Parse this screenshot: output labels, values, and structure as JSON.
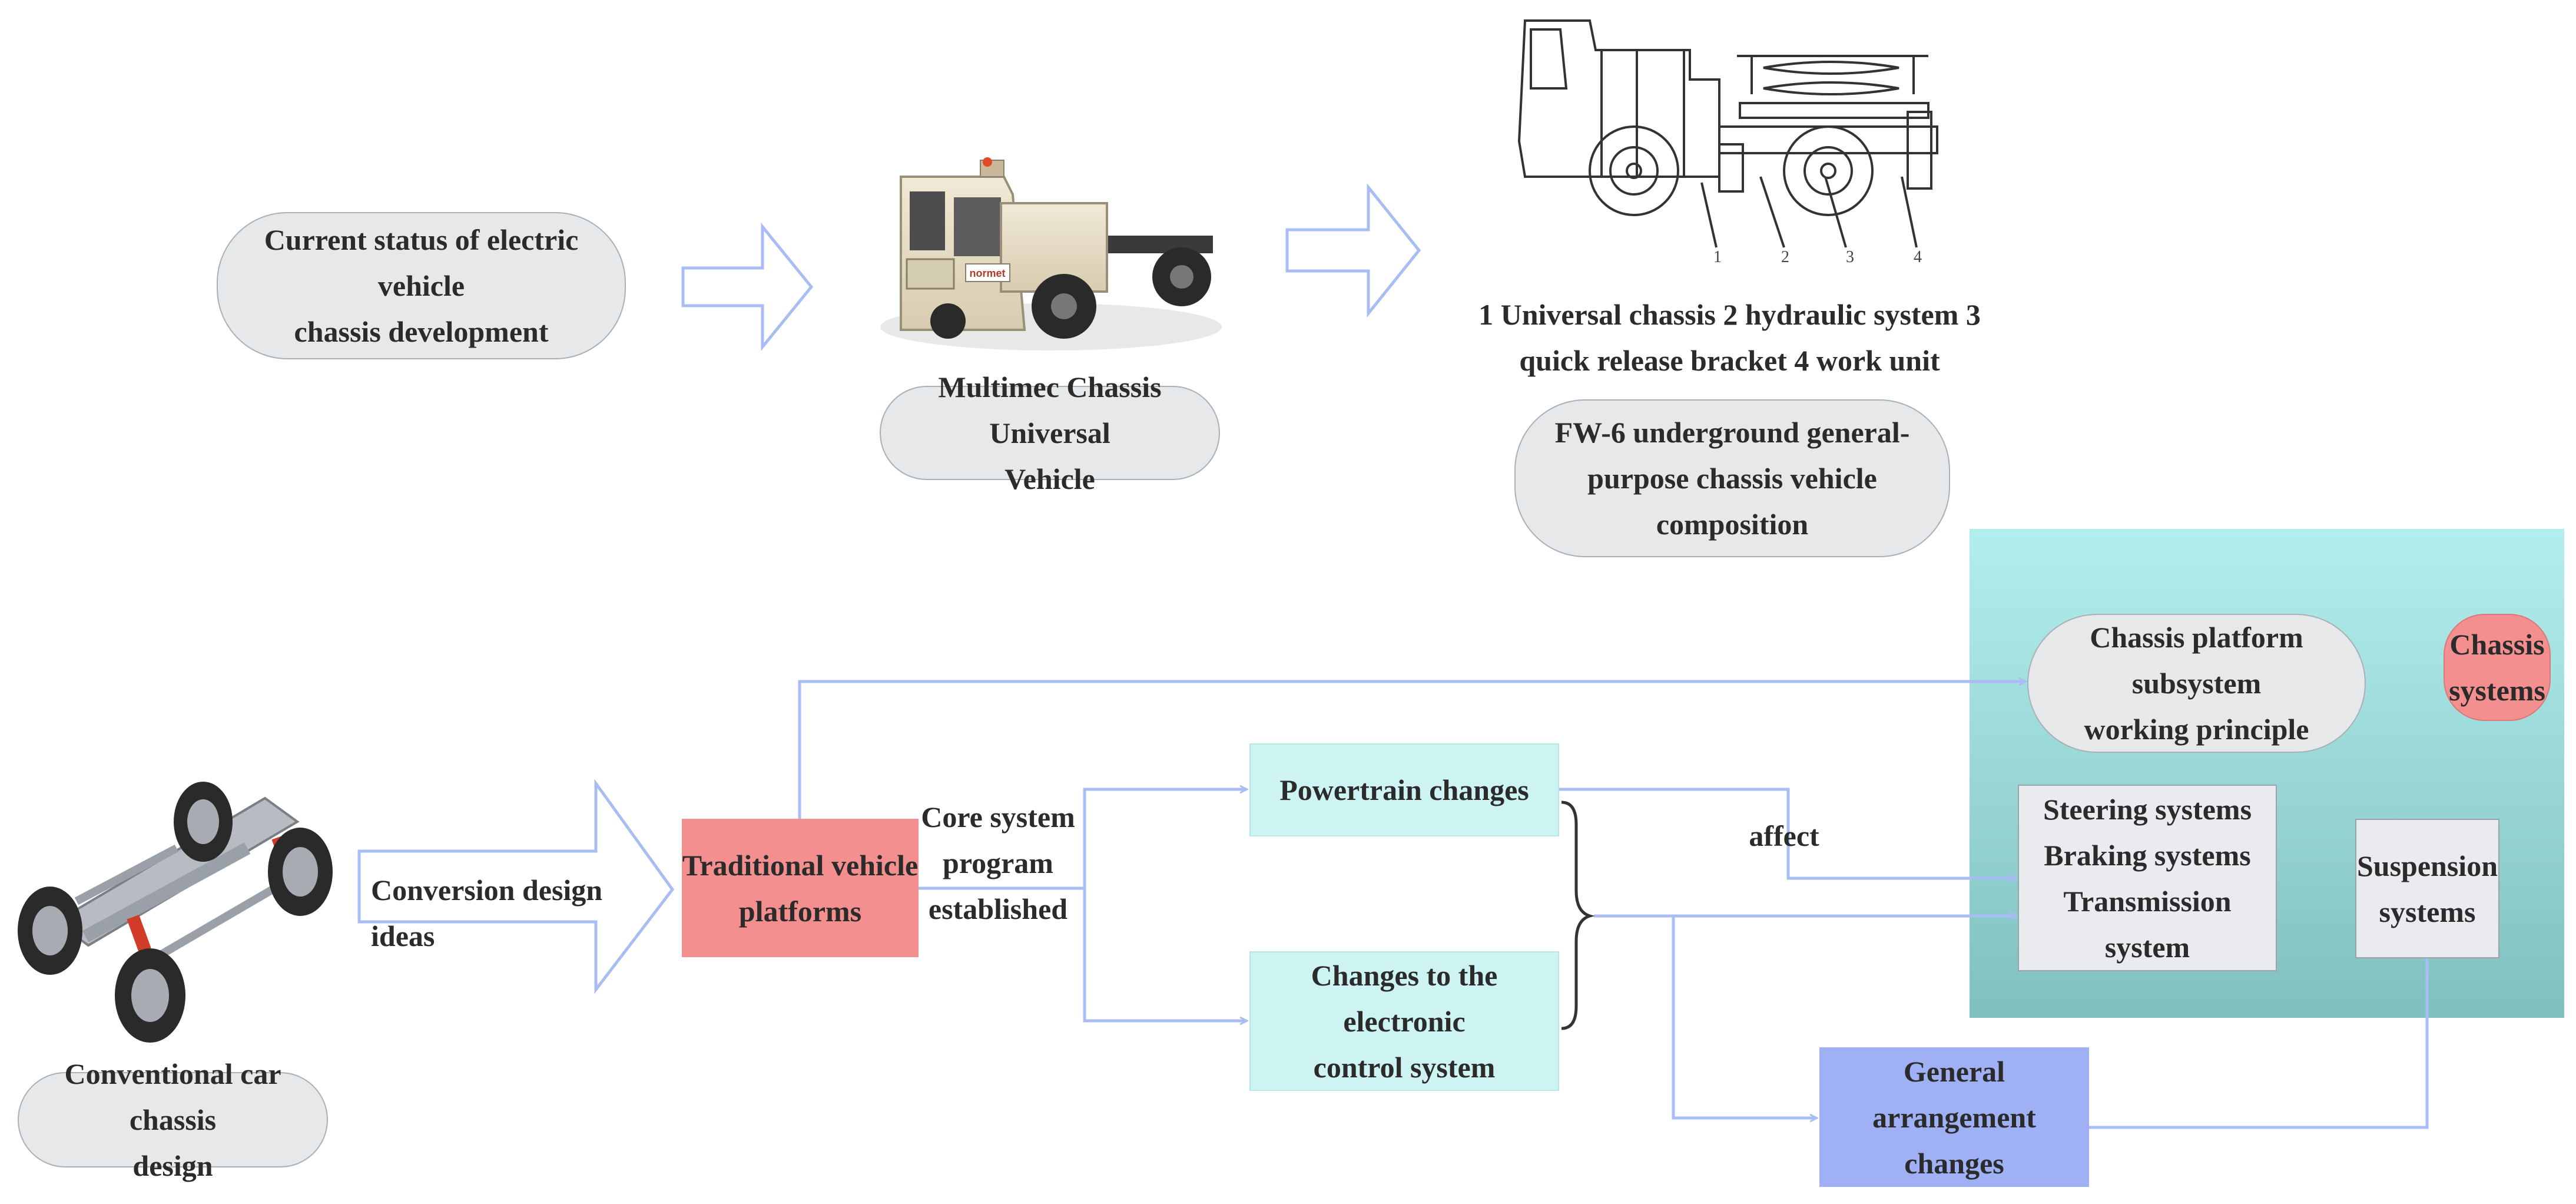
{
  "top": {
    "status_box": [
      "Current status of electric vehicle",
      "chassis development"
    ],
    "multimec_label": [
      "Multimec Chassis Universal",
      "Vehicle"
    ],
    "fw6_caption": [
      "1 Universal chassis 2 hydraulic system 3",
      "quick release bracket 4 work unit"
    ],
    "fw6_box": [
      "FW-6 underground general-",
      "purpose chassis vehicle composition"
    ],
    "drawing_part_numbers": [
      "1",
      "2",
      "3",
      "4"
    ]
  },
  "bottom": {
    "conventional_label": [
      "Conventional car chassis",
      "design"
    ],
    "conversion_arrow_label": "Conversion design ideas",
    "traditional_box": [
      "Traditional vehicle",
      "platforms"
    ],
    "core_label": [
      "Core system",
      "program",
      "established"
    ],
    "powertrain_box": "Powertrain changes",
    "electronic_box": [
      "Changes to the electronic",
      "control system"
    ],
    "affect_label": "affect",
    "general_box": [
      "General arrangement",
      "changes"
    ]
  },
  "panel": {
    "subsystem_box": [
      "Chassis platform subsystem",
      "working principle"
    ],
    "chassis_tag": [
      "Chassis",
      "systems"
    ],
    "steering_box": [
      "Steering systems",
      "Braking systems",
      "Transmission system"
    ],
    "suspension_box": [
      "Suspension",
      "systems"
    ]
  },
  "colors": {
    "connector": "#a9bcf3",
    "panel_top": "#b3eeee",
    "panel_bottom": "#7fc1bf",
    "red_box": "#f38f8f",
    "blue_box": "#9fb1f4",
    "cyan_box": "#cdf3f2",
    "gray_box": "#e6e8ea"
  }
}
